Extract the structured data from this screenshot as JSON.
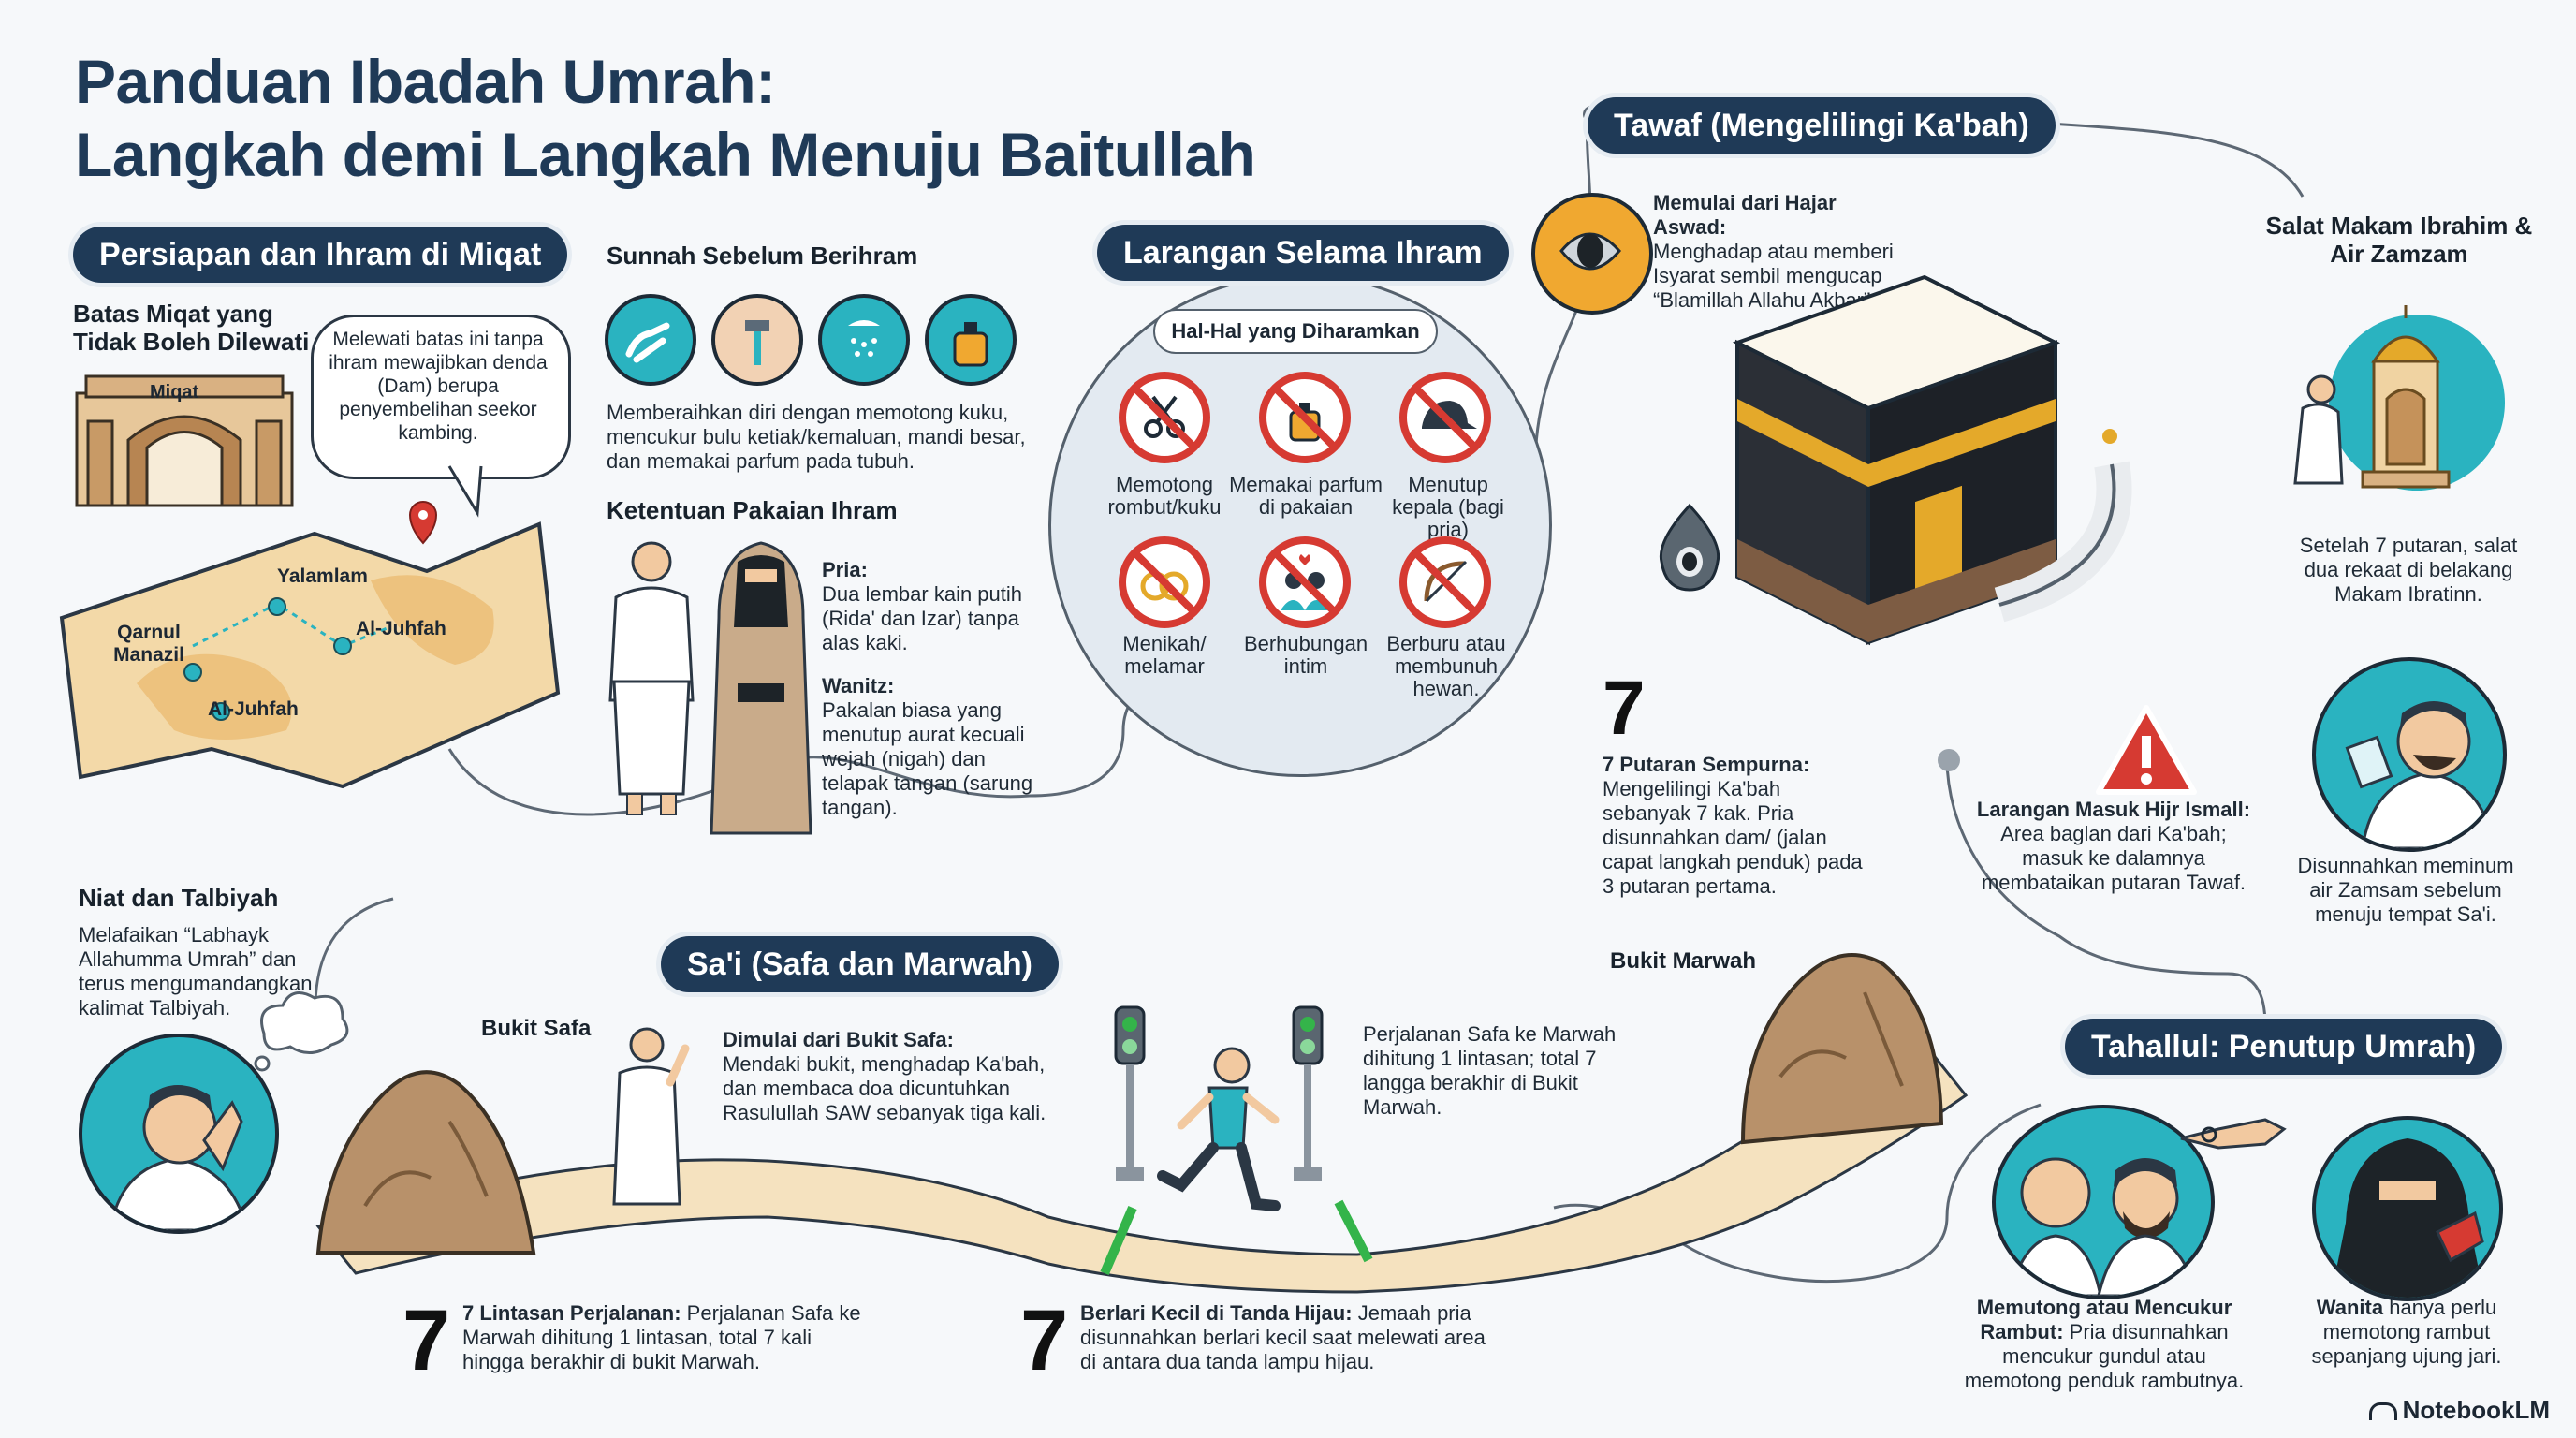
{
  "header": {
    "title_line1": "Panduan Ibadah Umrah:",
    "title_line2": "Langkah demi Langkah Menuju Baitullah"
  },
  "miqat": {
    "pill": "Persiapan dan Ihram di Miqat",
    "heading": "Batas Miqat yang Tidak Boleh Dilewati",
    "gate_label": "Miqat",
    "bubble": "Melewati batas ini tanpa ihram mewajibkan denda (Dam) berupa penyembelihan seekor kambing.",
    "map_labels": [
      "Yalamlam",
      "Qarnul Manazil",
      "Al-Juhfah",
      "Al-Juhfah"
    ]
  },
  "sunnah": {
    "heading": "Sunnah Sebelum Berihram",
    "icons": [
      "nail-clipping-icon",
      "shaving-icon",
      "shower-icon",
      "perfume-icon"
    ],
    "text": "Memberaihkan diri dengan memotong kuku, mencukur bulu ketiak/kemaluan, mandi besar, dan memakai parfum pada tubuh."
  },
  "clothing": {
    "heading": "Ketentuan Pakaian Ihram",
    "pria_title": "Pria:",
    "pria_text": "Dua lembar kain putih (Rida' dan Izar) tanpa alas kaki.",
    "wanita_title": "Wanitz:",
    "wanita_text": "Pakalan biasa yang menutup aurat kecuali wejah (nigah) dan telapak tangan (sarung tangan)."
  },
  "larangan": {
    "pill": "Larangan Selama Ihram",
    "subpill": "Hal-Hal yang Diharamkan",
    "items": [
      {
        "icon": "scissors-icon",
        "label": "Memotong rombut/kuku"
      },
      {
        "icon": "perfume-icon",
        "label": "Memakai parfum di pakaian"
      },
      {
        "icon": "cap-icon",
        "label": "Menutup kepala (bagi pria)"
      },
      {
        "icon": "rings-icon",
        "label": "Menikah/ melamar"
      },
      {
        "icon": "couple-icon",
        "label": "Berhubungan intim"
      },
      {
        "icon": "bow-arrow-icon",
        "label": "Berburu atau membunuh hewan."
      }
    ]
  },
  "niat": {
    "heading": "Niat dan Talbiyah",
    "text": "Melafaikan “Labhayk Allahumma Umrah” dan terus mengumandangkan kalimat Talbiyah."
  },
  "tawaf": {
    "pill": "Tawaf (Mengelilingi Ka'bah)",
    "hajar_title": "Memulai dari Hajar Aswad:",
    "hajar_text": "Menghadap atau memberi Isyarat sembil mengucap “Blamillah Allahu Akbar”.",
    "seven": "7",
    "putaran_title": "7 Putaran Sempurna:",
    "putaran_text": "Mengelilingi Ka'bah sebanyak 7 kak. Pria disunnahkan dam/ (jalan capat langkah penduk) pada 3 putaran pertama.",
    "hijr_title": "Larangan Masuk Hijr Ismall:",
    "hijr_text": "Area baglan dari Ka'bah; masuk ke dalamnya membataikan putaran Tawaf."
  },
  "salat": {
    "heading": "Salat Makam Ibrahim & Air Zamzam",
    "text1": "Setelah 7 putaran, salat dua rekaat di belakang Makam Ibratinn.",
    "text2": "Disunnahkan meminum air Zamsam sebelum menuju tempat Sa'i."
  },
  "sai": {
    "pill": "Sa'i (Safa dan Marwah)",
    "safa_label": "Bukit Safa",
    "marwah_label": "Bukit Marwah",
    "start_title": "Dimulai dari Bukit Safa:",
    "start_text": "Mendaki bukit, menghadap Ka'bah, dan membaca doa dicuntuhkan Rasulullah SAW sebanyak tiga kali.",
    "route_text": "Perjalanan Safa ke Marwah dihitung 1 lintasan; total 7 langga berakhir di Bukit Marwah.",
    "seven1": "7",
    "lintasan_title": "7 Lintasan Perjalanan:",
    "lintasan_text": "Perjalanan Safa ke Marwah dihitung 1 lintasan, total 7 kali hingga berakhir di bukit Marwah.",
    "seven2": "7",
    "berlari_title": "Berlari Kecil di Tanda Hijau:",
    "berlari_text": "Jemaah pria disunnahkan berlari kecil saat melewati area di antara dua tanda lampu hijau."
  },
  "tahallul": {
    "pill": "Tahallul: Penutup Umrah)",
    "pria_title": "Memutong atau Mencukur Rambut:",
    "pria_text": "Pria disunnahkan mencukur gundul atau memotong penduk rambutnya.",
    "wanita_title": "Wanita",
    "wanita_text": "hanya perlu memotong rambut sepanjang ujung jari."
  },
  "brand": "NotebookLM",
  "colors": {
    "navy": "#1f3a57",
    "teal": "#2ab3c0",
    "red": "#d63a32",
    "gold": "#e4a92a",
    "green": "#34b44a"
  }
}
